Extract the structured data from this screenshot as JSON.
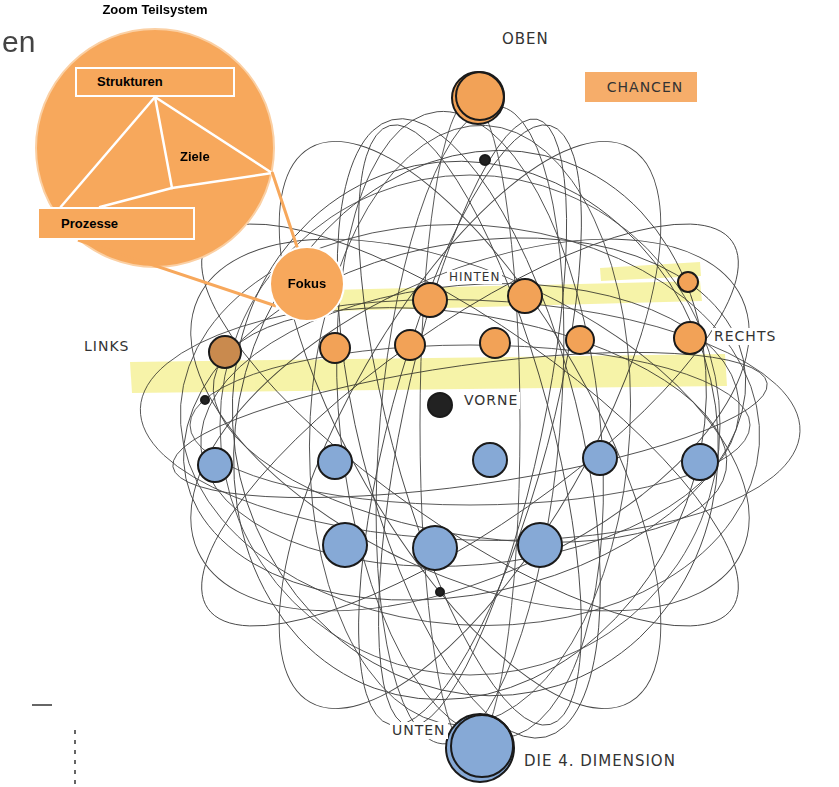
{
  "diagram": {
    "nodes": [
      {
        "text": [
          "Zoom Teilsystem"
        ]
      },
      {
        "text": [
          "Strukturen"
        ],
        "in": 0
      },
      {
        "text": [
          "Prozesse"
        ],
        "in": 0
      },
      {
        "text": [
          "Fokus"
        ]
      },
      {
        "text": [
          "CHANCEN"
        ]
      }
    ],
    "edges": [
      {
        "from": 1,
        "to": 2,
        "arrow": "none"
      },
      {
        "from": 3,
        "to": 0,
        "arrow": "none"
      }
    ],
    "labels": [
      "en",
      "Ziele",
      "OBEN",
      "LINKS",
      "HINTEN",
      "VORNE",
      "RECHTS",
      "UNTEN",
      "DIE 4. DIMENSION"
    ]
  }
}
